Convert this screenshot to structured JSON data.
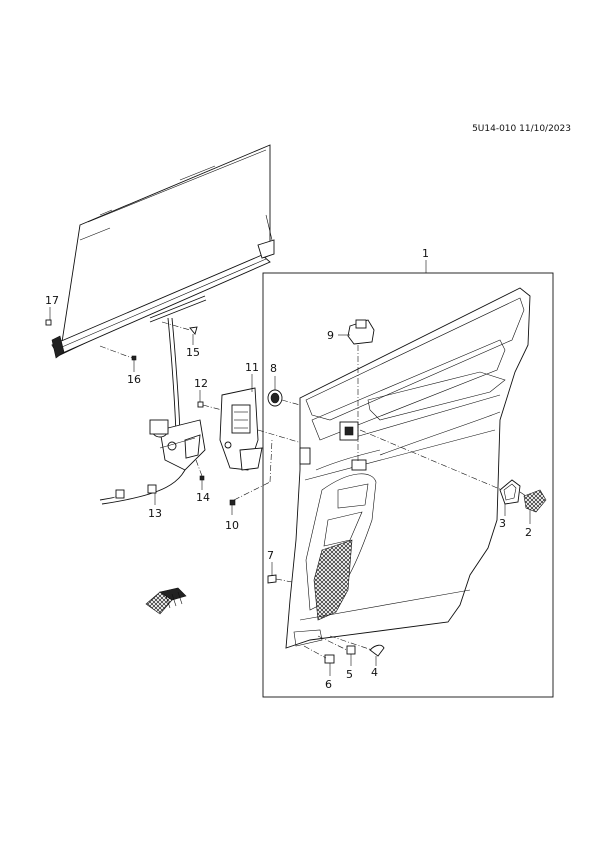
{
  "header": {
    "doc_id": "5U14-010 11/10/2023"
  },
  "callouts": {
    "c1": "1",
    "c2": "2",
    "c3": "3",
    "c4": "4",
    "c5": "5",
    "c6": "6",
    "c7": "7",
    "c8": "8",
    "c9": "9",
    "c10": "10",
    "c11": "11",
    "c12": "12",
    "c13": "13",
    "c14": "14",
    "c15": "15",
    "c16": "16",
    "c17": "17"
  },
  "icons": {
    "orientation": "front-arrow-icon"
  }
}
